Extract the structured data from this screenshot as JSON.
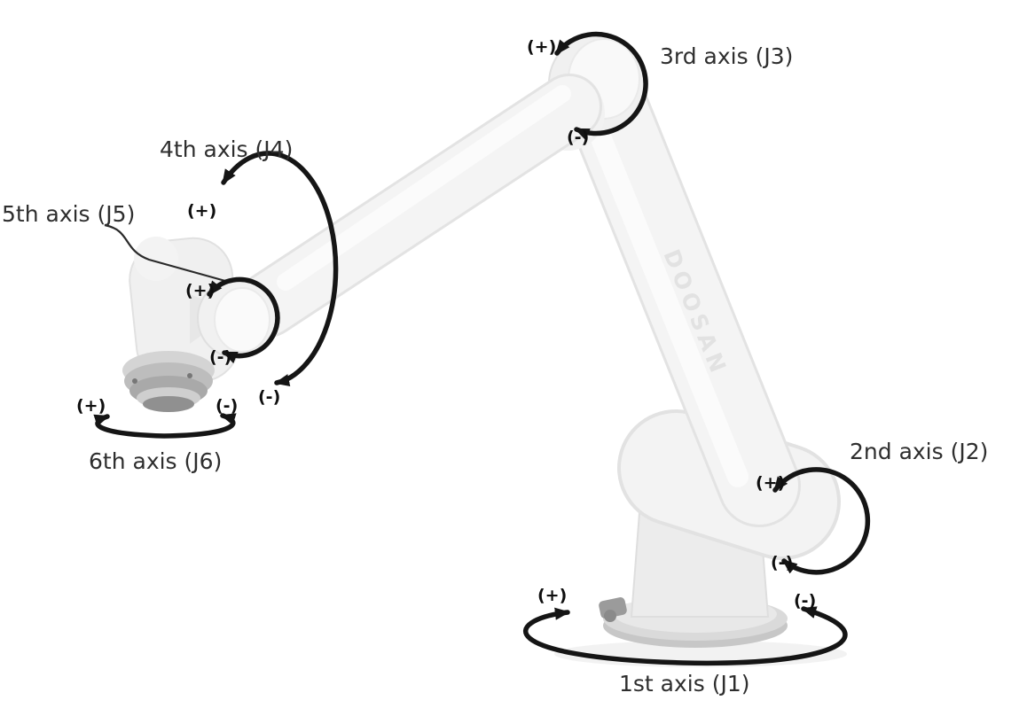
{
  "figure": {
    "brand": "DOOSAN",
    "axes": [
      {
        "joint": "J1",
        "label": "1st axis (J1)",
        "plus": "(+)",
        "minus": "(-)"
      },
      {
        "joint": "J2",
        "label": "2nd axis (J2)",
        "plus": "(+)",
        "minus": "(-)"
      },
      {
        "joint": "J3",
        "label": "3rd axis (J3)",
        "plus": "(+)",
        "minus": "(-)"
      },
      {
        "joint": "J4",
        "label": "4th axis (J4)",
        "plus": "(+)",
        "minus": "(-)"
      },
      {
        "joint": "J5",
        "label": "5th axis (J5)",
        "plus": "(+)",
        "minus": "(-)"
      },
      {
        "joint": "J6",
        "label": "6th axis (J6)",
        "plus": "(+)",
        "minus": "(-)"
      }
    ]
  }
}
